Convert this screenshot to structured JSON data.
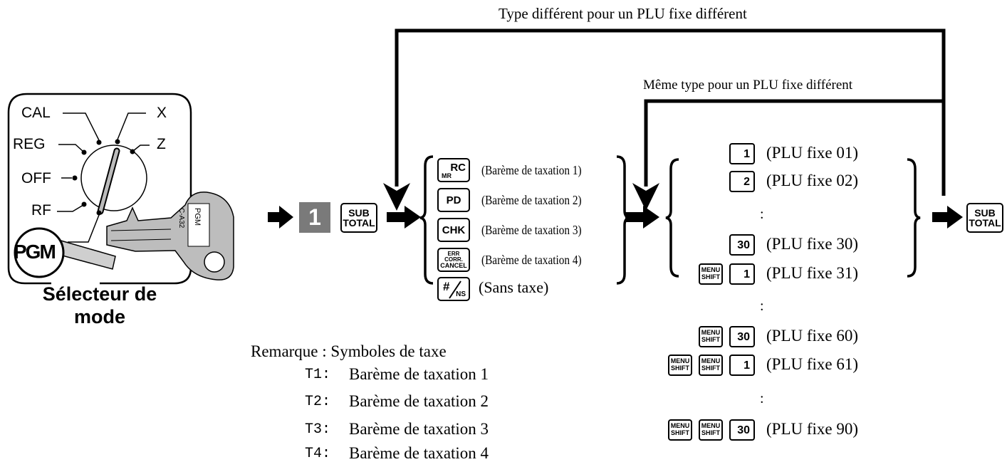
{
  "top_loop_label": "Type différent pour un PLU fixe différent",
  "inner_loop_label": "Même type pour un PLU fixe différent",
  "mode_selector": {
    "positions": [
      "CAL",
      "X",
      "REG",
      "Z",
      "OFF",
      "RF"
    ],
    "pgm_label": "PGM",
    "key_text": "PGM",
    "key_code": "C-A32",
    "caption_line1": "Sélecteur de",
    "caption_line2": "mode"
  },
  "step_number": "1",
  "subtotal_key": {
    "line1": "SUB",
    "line2": "TOTAL"
  },
  "tax_options": [
    {
      "key_main": "RC",
      "key_sub": "MR",
      "label": "(Barème de taxation 1)"
    },
    {
      "key_main": "PD",
      "label": "(Barème de taxation 2)"
    },
    {
      "key_main": "CHK",
      "label": "(Barème de taxation 3)"
    },
    {
      "key_line1": "ERR CORR.",
      "key_line2": "CANCEL",
      "label": "(Barème de taxation 4)"
    },
    {
      "key_main": "#",
      "key_sub": "NS",
      "label": "(Sans taxe)"
    }
  ],
  "menu_shift_key": {
    "line1": "MENU",
    "line2": "SHIFT"
  },
  "plu_rows": [
    {
      "key": "1",
      "label": "(PLU fixe 01)"
    },
    {
      "key": "2",
      "label": "(PLU fixe 02)"
    },
    {
      "key": "30",
      "label": "(PLU fixe 30)"
    },
    {
      "key": "1",
      "label": "(PLU fixe 31)"
    },
    {
      "key": "30",
      "label": "(PLU fixe 60)"
    },
    {
      "key": "1",
      "label": "(PLU fixe 61)"
    },
    {
      "key": "30",
      "label": "(PLU fixe 90)"
    }
  ],
  "ellipsis": ":",
  "remark": {
    "title": "Remarque : Symboles de taxe",
    "items": [
      {
        "symbol": "T1:",
        "text": "Barème de taxation 1"
      },
      {
        "symbol": "T2:",
        "text": "Barème de taxation 2"
      },
      {
        "symbol": "T3:",
        "text": "Barème de taxation 3"
      },
      {
        "symbol": "T4:",
        "text": "Barème de taxation 4"
      }
    ]
  }
}
